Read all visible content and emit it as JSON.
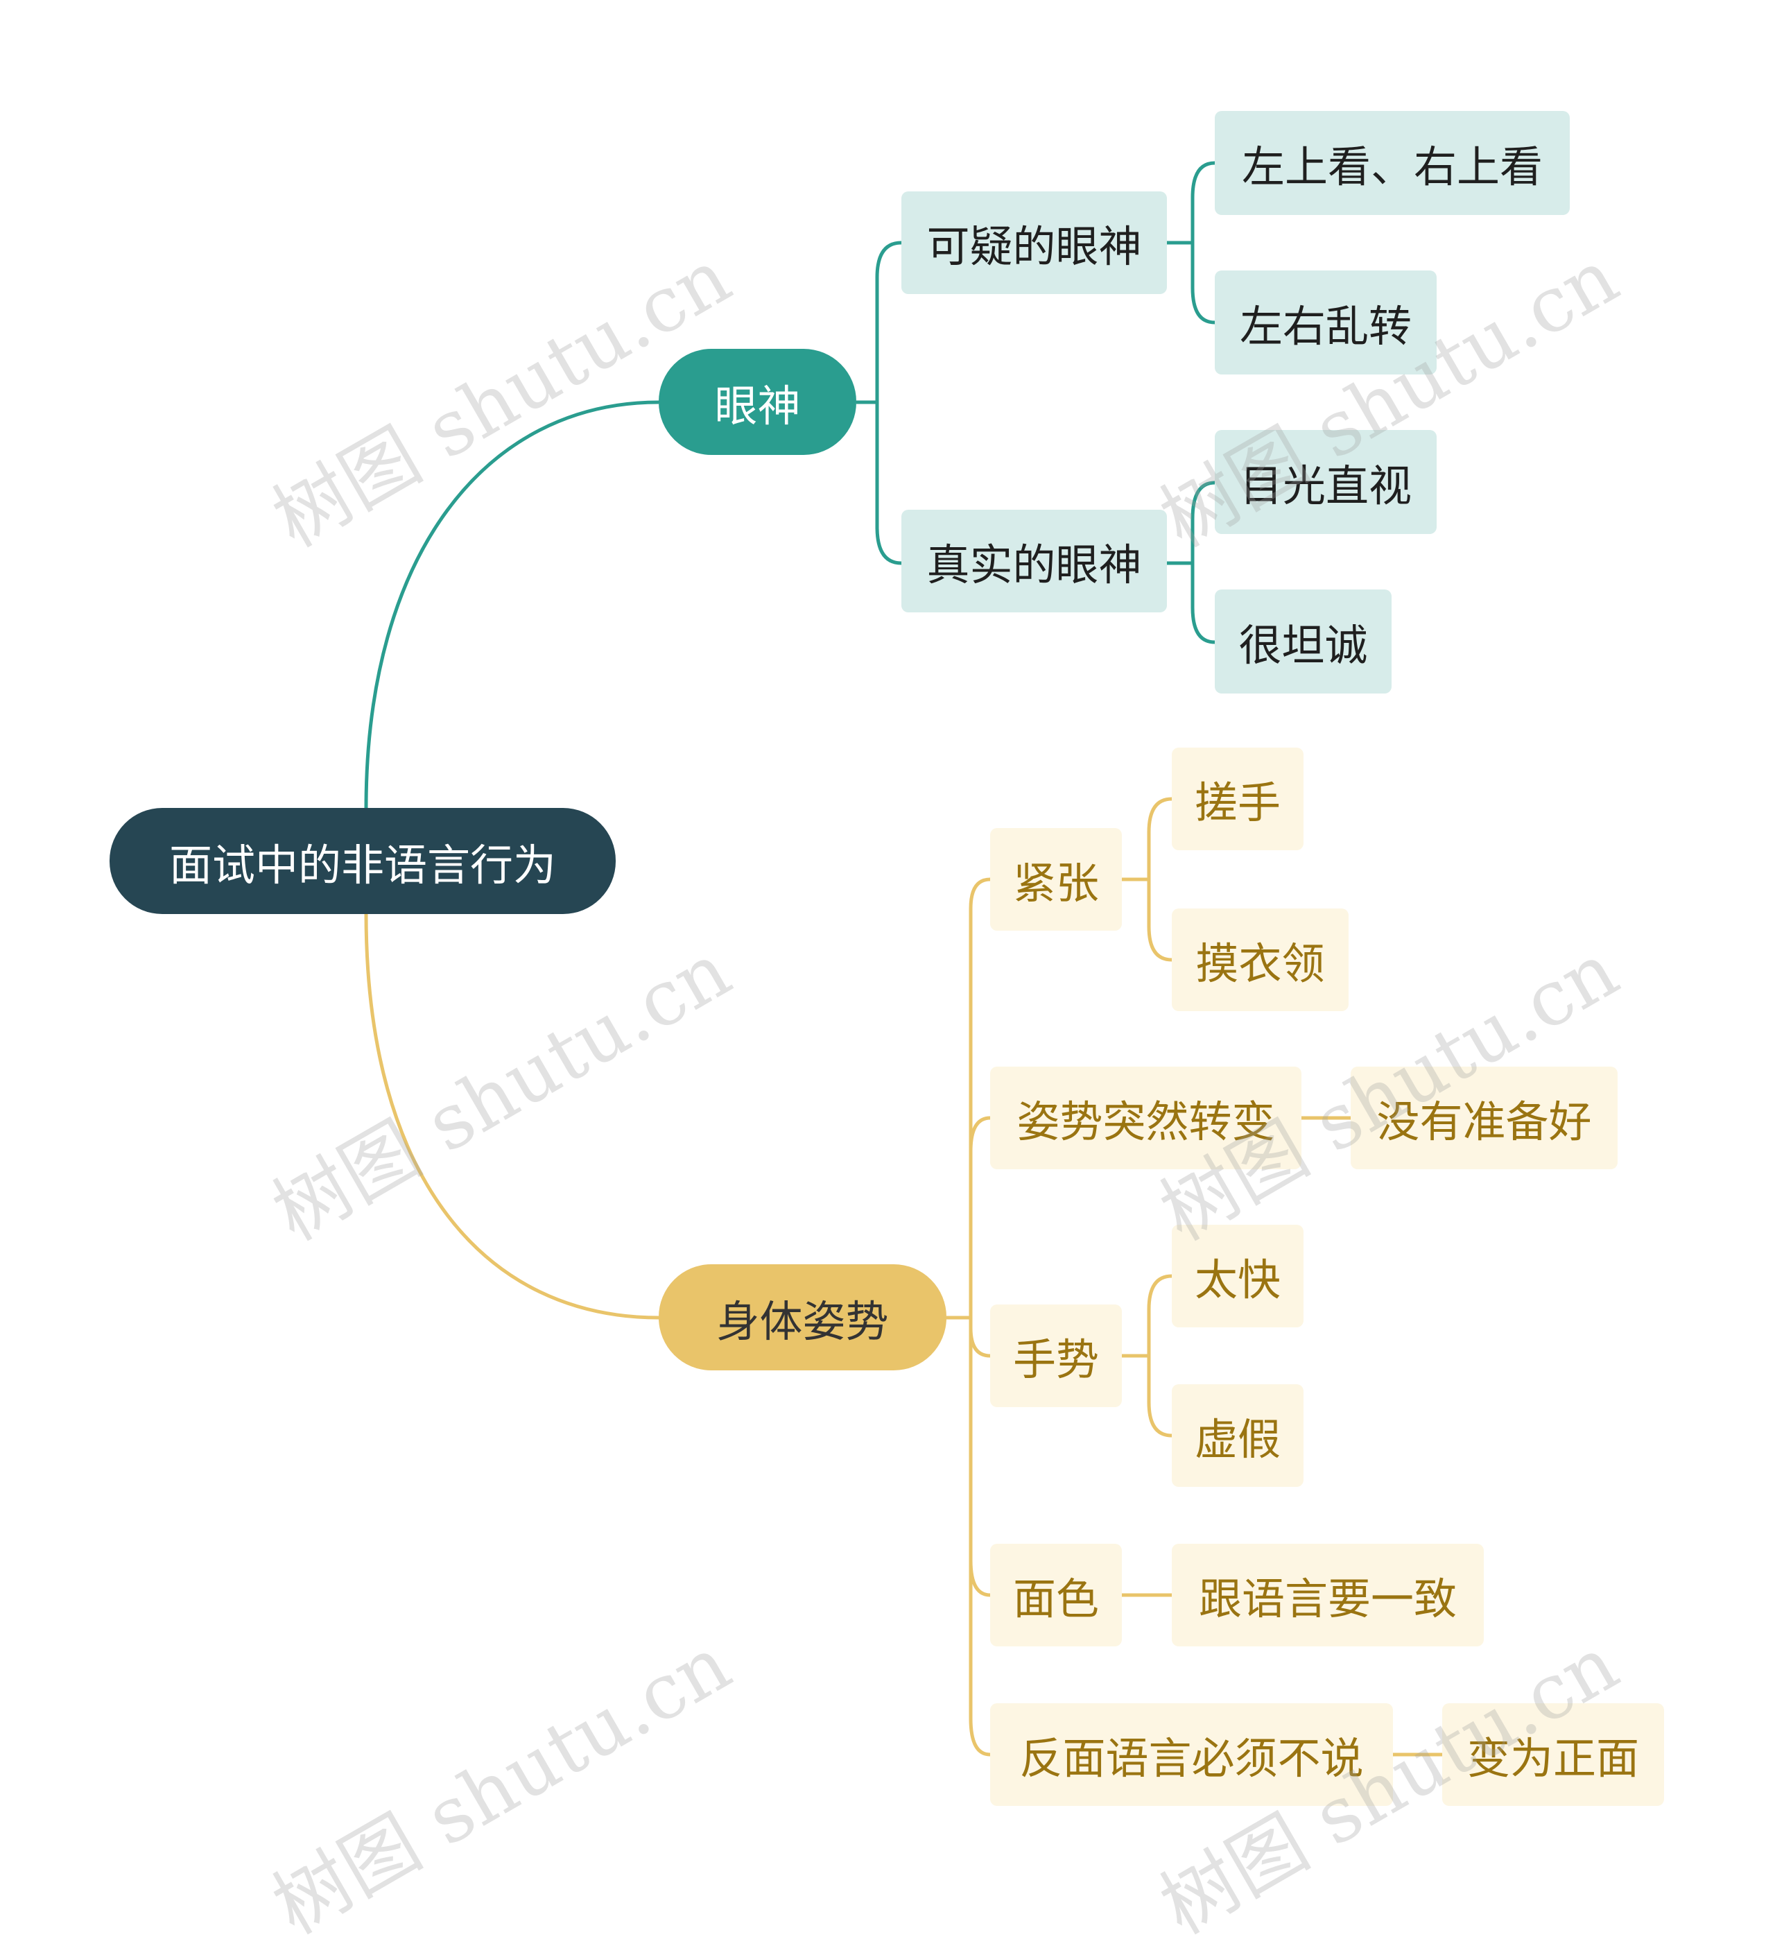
{
  "root": {
    "label": "面试中的非语言行为"
  },
  "branches": {
    "eyes": {
      "label": "眼神",
      "children": [
        {
          "label": "可疑的眼神",
          "children": [
            "左上看、右上看",
            "左右乱转"
          ]
        },
        {
          "label": "真实的眼神",
          "children": [
            "目光直视",
            "很坦诚"
          ]
        }
      ]
    },
    "body": {
      "label": "身体姿势",
      "children": [
        {
          "label": "紧张",
          "children": [
            "搓手",
            "摸衣领"
          ]
        },
        {
          "label": "姿势突然转变",
          "children": [
            "没有准备好"
          ]
        },
        {
          "label": "手势",
          "children": [
            "太快",
            "虚假"
          ]
        },
        {
          "label": "面色",
          "children": [
            "跟语言要一致"
          ]
        },
        {
          "label": "反面语言必须不说",
          "children": [
            "变为正面"
          ]
        }
      ]
    }
  },
  "colors": {
    "root": "#264653",
    "teal": "#2a9d8f",
    "gold": "#e9c46a",
    "gold_text": "#9a7411"
  },
  "watermark": "树图 shutu.cn"
}
